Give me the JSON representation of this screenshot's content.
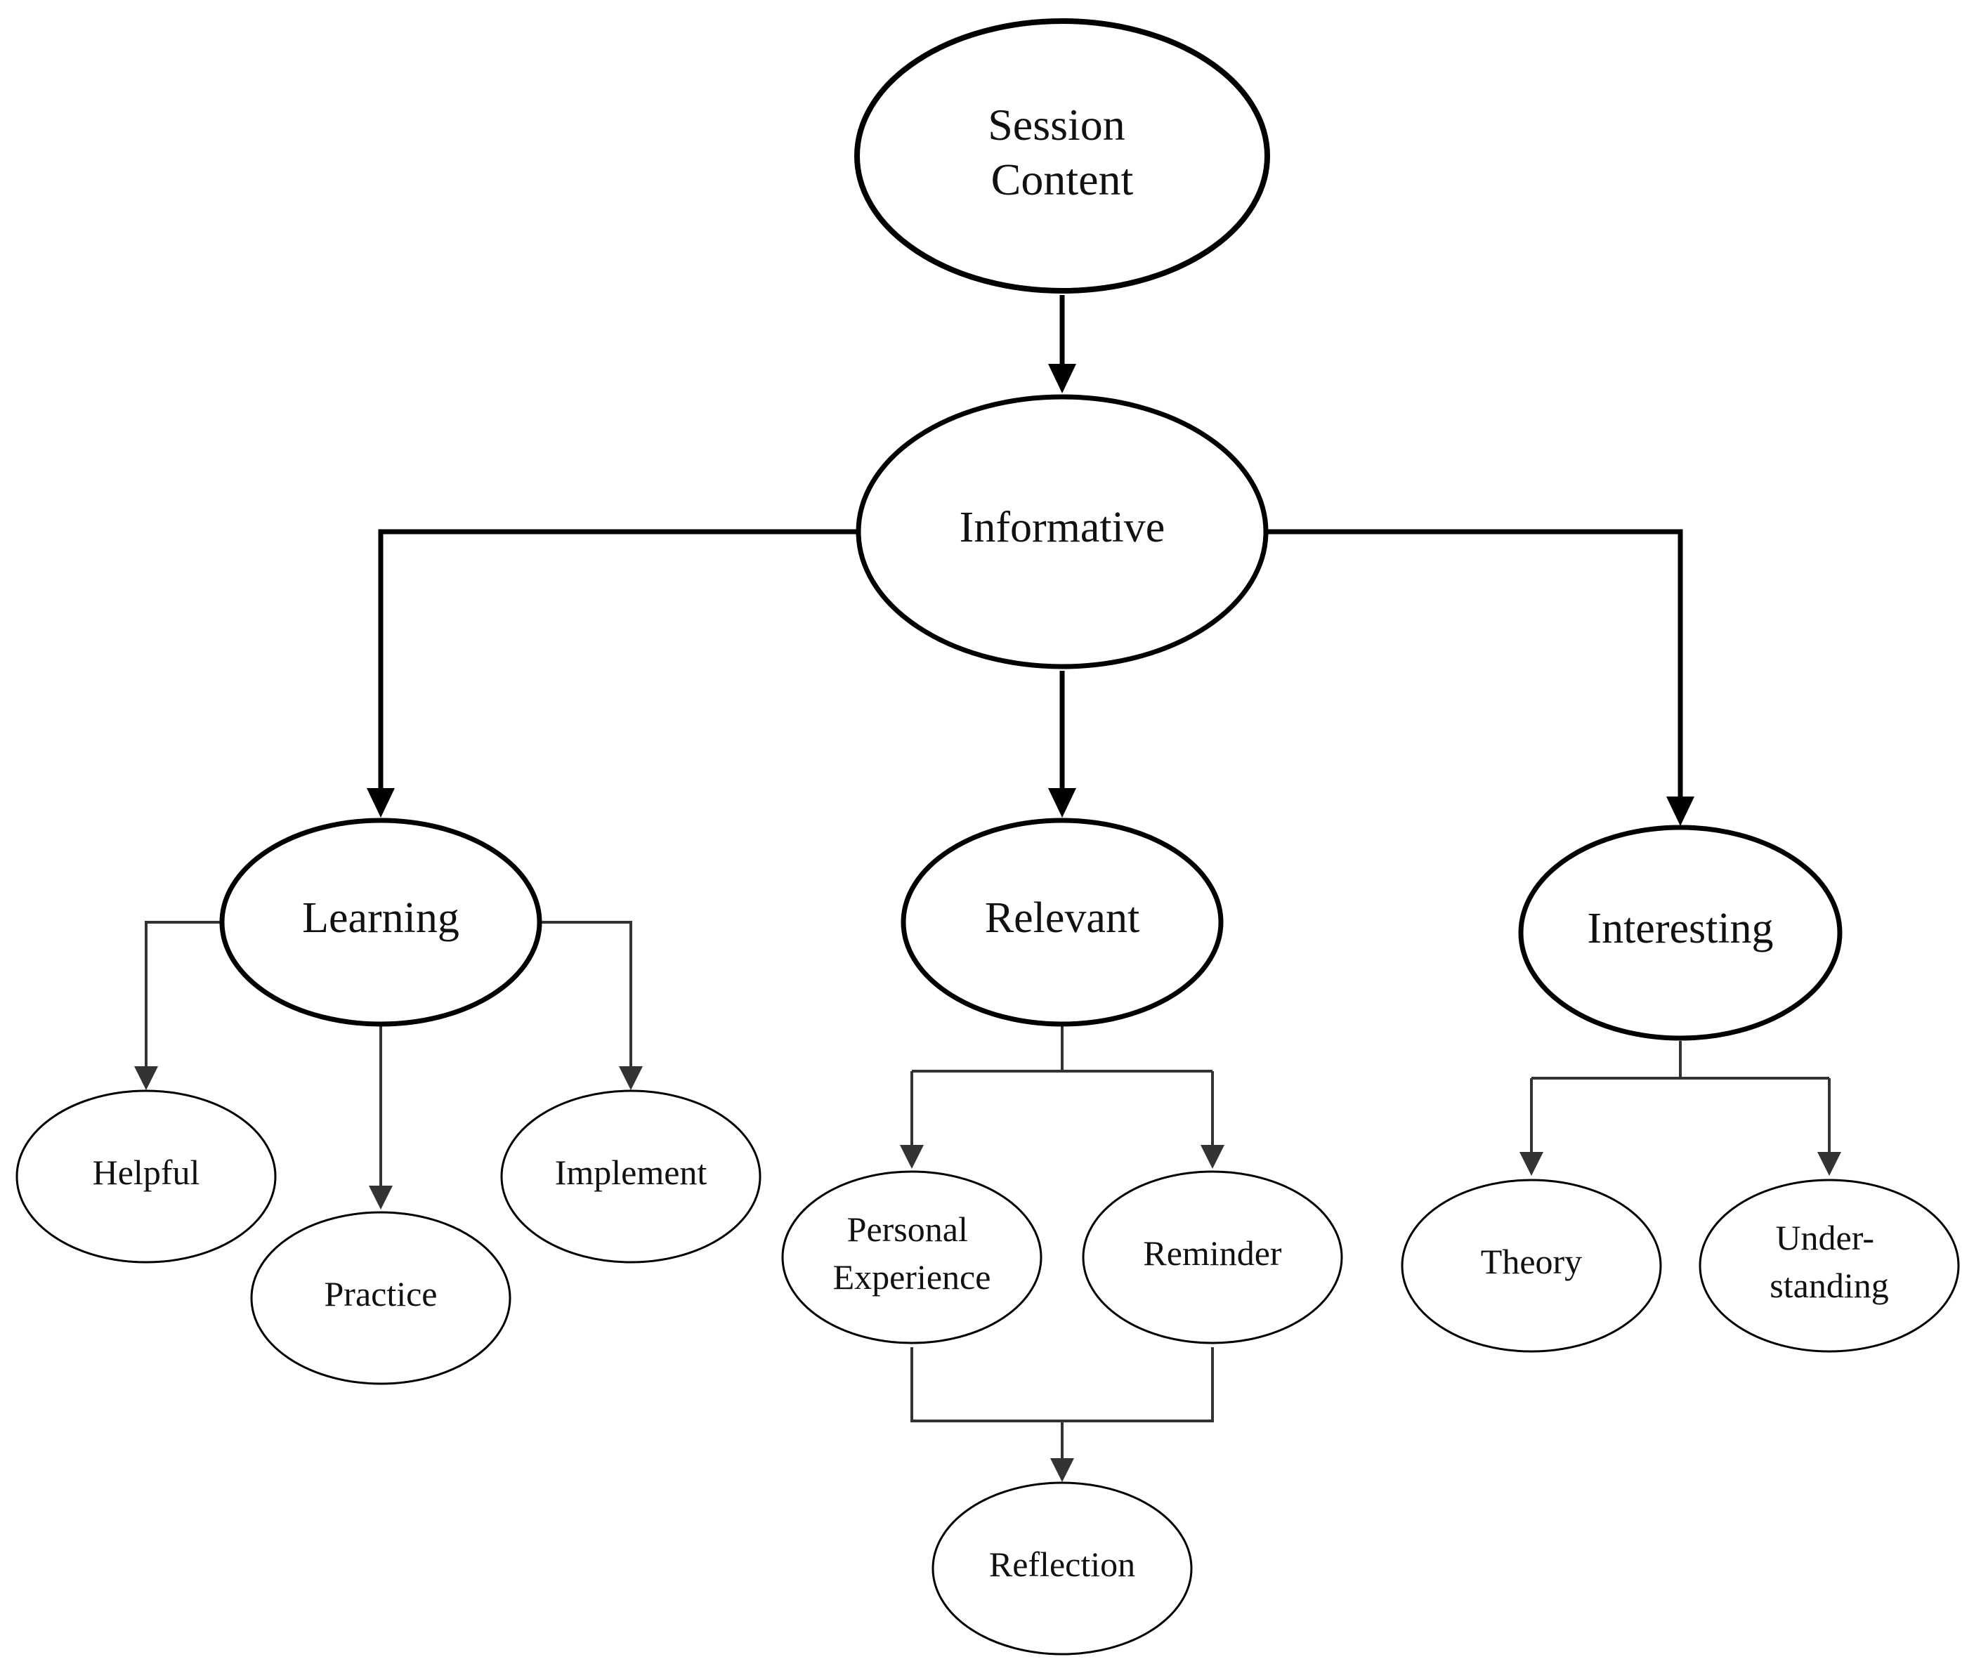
{
  "diagram": {
    "type": "hierarchy",
    "nodes": {
      "session_content": {
        "lines": [
          "Session",
          "Content"
        ]
      },
      "informative": {
        "lines": [
          "Informative"
        ]
      },
      "learning": {
        "lines": [
          "Learning"
        ]
      },
      "relevant": {
        "lines": [
          "Relevant"
        ]
      },
      "interesting": {
        "lines": [
          "Interesting"
        ]
      },
      "helpful": {
        "lines": [
          "Helpful"
        ]
      },
      "practice": {
        "lines": [
          "Practice"
        ]
      },
      "implement": {
        "lines": [
          "Implement"
        ]
      },
      "personal_experience": {
        "lines": [
          "Personal",
          "Experience"
        ]
      },
      "reminder": {
        "lines": [
          "Reminder"
        ]
      },
      "reflection": {
        "lines": [
          "Reflection"
        ]
      },
      "theory": {
        "lines": [
          "Theory"
        ]
      },
      "understanding": {
        "lines": [
          "Under-",
          "standing"
        ]
      }
    },
    "edges": [
      {
        "from": "session_content",
        "to": "informative"
      },
      {
        "from": "informative",
        "to": "learning"
      },
      {
        "from": "informative",
        "to": "relevant"
      },
      {
        "from": "informative",
        "to": "interesting"
      },
      {
        "from": "learning",
        "to": "helpful"
      },
      {
        "from": "learning",
        "to": "practice"
      },
      {
        "from": "learning",
        "to": "implement"
      },
      {
        "from": "relevant",
        "to": "personal_experience"
      },
      {
        "from": "relevant",
        "to": "reminder"
      },
      {
        "from": "personal_experience",
        "to": "reflection"
      },
      {
        "from": "reminder",
        "to": "reflection"
      },
      {
        "from": "interesting",
        "to": "theory"
      },
      {
        "from": "interesting",
        "to": "understanding"
      }
    ]
  }
}
